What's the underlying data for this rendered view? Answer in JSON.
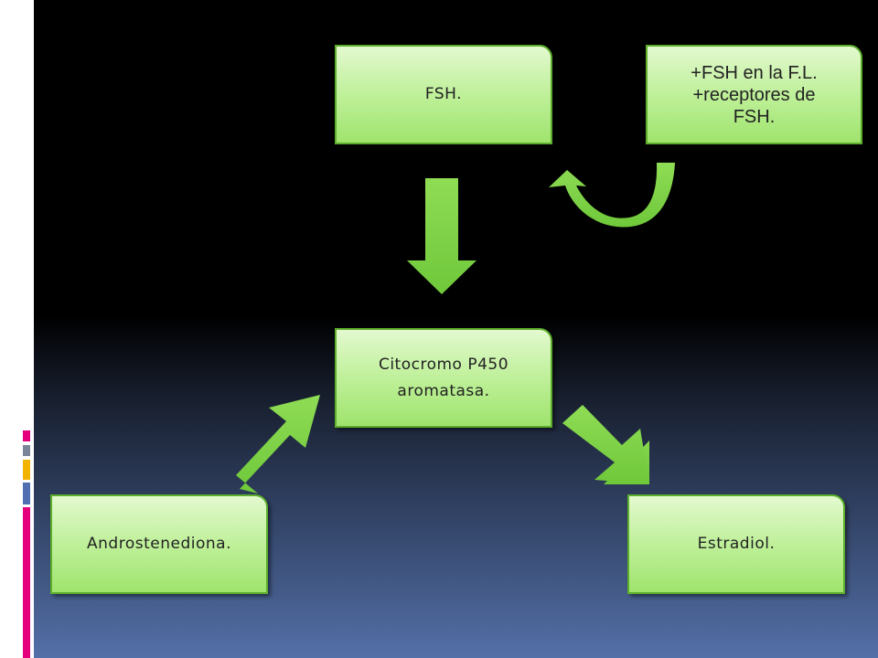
{
  "boxes": {
    "fsh": "FSH.",
    "feedback_line1": "+FSH en la F.L.",
    "feedback_line2": "+receptores de",
    "feedback_line3": "FSH.",
    "citocromo_line1": "Citocromo P450",
    "citocromo_line2": "aromatasa.",
    "androstenediona": "Androstenediona.",
    "estradiol": "Estradiol."
  },
  "colors": {
    "box_fill": "#bff09a",
    "box_border": "#5cae2c",
    "arrow_green": "#7ed347",
    "strip_white": "#ffffff",
    "accent_magenta": "#e4007c",
    "accent_gray": "#7a8599",
    "accent_yellow": "#f2b200",
    "accent_blue": "#4f6fb0"
  },
  "icons": {
    "down_arrow": "down-arrow-icon",
    "curved_arrow": "curved-feedback-arrow-icon",
    "diag_up_arrow": "diagonal-up-right-arrow-icon",
    "diag_down_arrow": "diagonal-down-right-arrow-icon"
  }
}
